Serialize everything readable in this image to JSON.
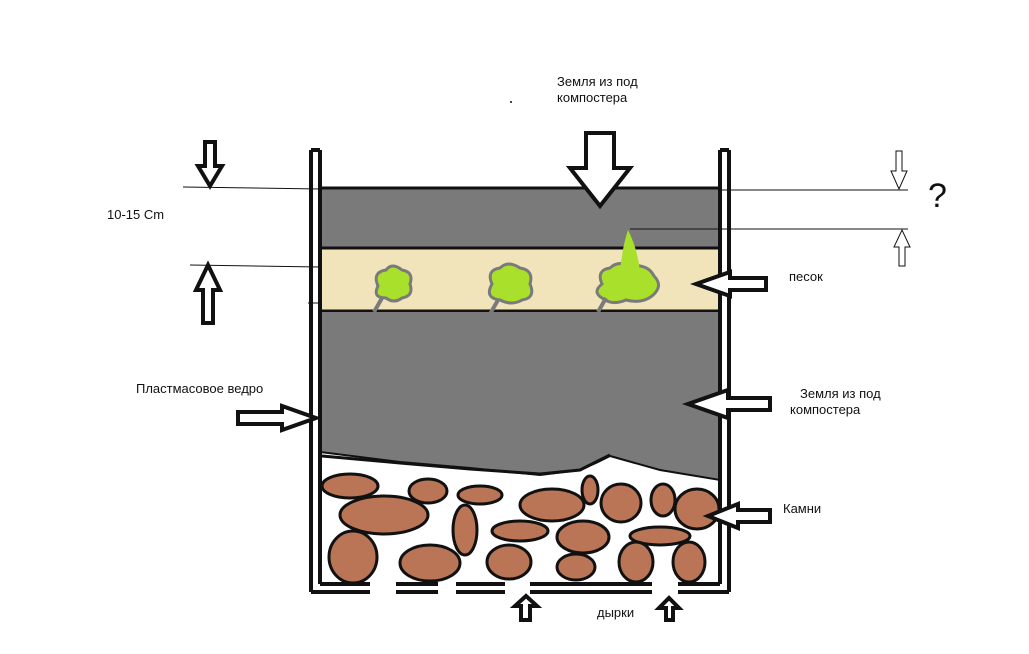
{
  "colors": {
    "soil": "#7a7a7a",
    "sand": "#f1e4bb",
    "stone": "#b97556",
    "seedling": "#a8e02c",
    "outline": "#111111",
    "background": "#ffffff"
  },
  "labels": {
    "top_soil": "Земля из под компостера",
    "thickness": "10-15 Cm",
    "question": "?",
    "sand": "песок",
    "bucket": "Пластмасовое ведро",
    "lower_soil": "Земля из под компостера",
    "stones": "Камни",
    "holes": "дырки"
  },
  "icons": [
    "arrow-down-icon",
    "arrow-up-icon",
    "arrow-left-icon",
    "arrow-right-icon",
    "seedling-icon",
    "stone-icon"
  ]
}
